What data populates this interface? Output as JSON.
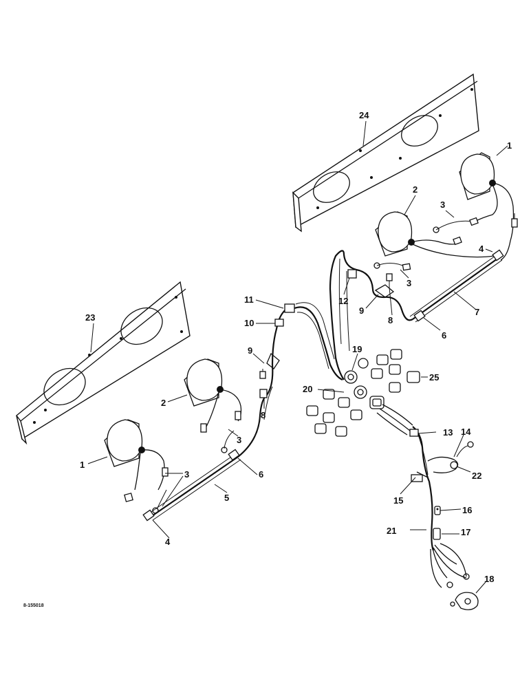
{
  "drawing_code": "8-155018",
  "callouts": [
    {
      "id": "c24",
      "text": "24"
    },
    {
      "id": "c1r",
      "text": "1"
    },
    {
      "id": "c2r",
      "text": "2"
    },
    {
      "id": "c3r1",
      "text": "3"
    },
    {
      "id": "c4r",
      "text": "4"
    },
    {
      "id": "c3r2",
      "text": "3"
    },
    {
      "id": "c12",
      "text": "12"
    },
    {
      "id": "c9r",
      "text": "9"
    },
    {
      "id": "c8r",
      "text": "8"
    },
    {
      "id": "c7",
      "text": "7"
    },
    {
      "id": "c6r",
      "text": "6"
    },
    {
      "id": "c11",
      "text": "11"
    },
    {
      "id": "c10",
      "text": "10"
    },
    {
      "id": "c23",
      "text": "23"
    },
    {
      "id": "c9l",
      "text": "9"
    },
    {
      "id": "c19",
      "text": "19"
    },
    {
      "id": "c25",
      "text": "25"
    },
    {
      "id": "c20",
      "text": "20"
    },
    {
      "id": "c2l",
      "text": "2"
    },
    {
      "id": "c8l",
      "text": "8"
    },
    {
      "id": "c3l1",
      "text": "3"
    },
    {
      "id": "c13",
      "text": "13"
    },
    {
      "id": "c14",
      "text": "14"
    },
    {
      "id": "c1l",
      "text": "1"
    },
    {
      "id": "c3l2",
      "text": "3"
    },
    {
      "id": "c6l",
      "text": "6"
    },
    {
      "id": "c22",
      "text": "22"
    },
    {
      "id": "c5",
      "text": "5"
    },
    {
      "id": "c15",
      "text": "15"
    },
    {
      "id": "c16",
      "text": "16"
    },
    {
      "id": "c4l",
      "text": "4"
    },
    {
      "id": "c21",
      "text": "21"
    },
    {
      "id": "c17",
      "text": "17"
    },
    {
      "id": "c18",
      "text": "18"
    }
  ]
}
